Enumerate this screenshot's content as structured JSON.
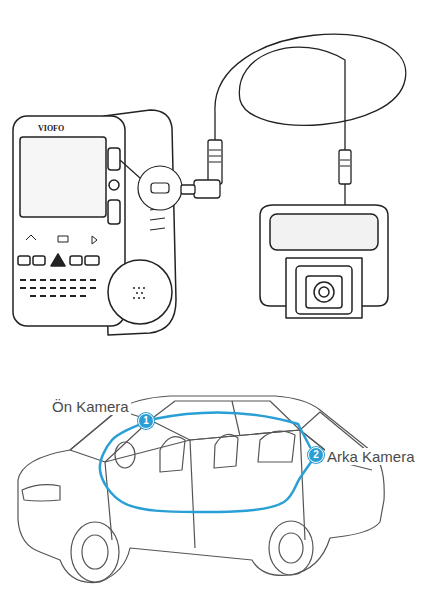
{
  "diagram": {
    "nodes": [
      {
        "text": [
          "1"
        ]
      },
      {
        "text": [
          "2"
        ]
      }
    ],
    "edges": [
      {
        "from": 0,
        "to": 1,
        "arrow": "none"
      }
    ],
    "labels": [
      "VIOFO",
      "Ön Kamera",
      "Arka Kamera"
    ]
  }
}
